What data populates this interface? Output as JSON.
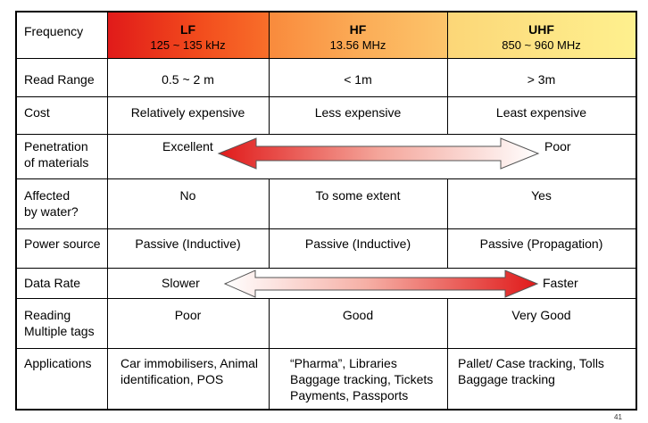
{
  "header": {
    "label": "Frequency",
    "lf": {
      "title": "LF",
      "range": "125 ~ 135 kHz"
    },
    "hf": {
      "title": "HF",
      "range": "13.56 MHz"
    },
    "uhf": {
      "title": "UHF",
      "range": "850 ~ 960 MHz"
    }
  },
  "rows": {
    "read_range": {
      "label": "Read Range",
      "lf": "0.5 ~ 2 m",
      "hf": "< 1m",
      "uhf": "> 3m"
    },
    "cost": {
      "label": "Cost",
      "lf": "Relatively expensive",
      "hf": "Less expensive",
      "uhf": "Least expensive"
    },
    "penetration": {
      "label_1": "Penetration",
      "label_2": "of materials",
      "left": "Excellent",
      "right": "Poor"
    },
    "water": {
      "label_1": "Affected",
      "label_2": "by water?",
      "lf": "No",
      "hf": "To some extent",
      "uhf": "Yes"
    },
    "power": {
      "label": "Power source",
      "lf": "Passive (Inductive)",
      "hf": "Passive (Inductive)",
      "uhf": "Passive (Propagation)"
    },
    "data_rate": {
      "label": "Data Rate",
      "left": "Slower",
      "right": "Faster"
    },
    "multiple_tags": {
      "label_1": "Reading",
      "label_2": "Multiple tags",
      "lf": "Poor",
      "hf": "Good",
      "uhf": "Very Good"
    },
    "applications": {
      "label": "Applications",
      "lf_1": "Car immobilisers, Animal",
      "lf_2": "identification, POS",
      "hf_1": "“Pharma”, Libraries",
      "hf_2": "Baggage tracking, Tickets",
      "hf_3": "Payments, Passports",
      "uhf_1": "Pallet/ Case tracking, Tolls",
      "uhf_2": "Baggage tracking"
    }
  },
  "page_number": "41",
  "colors": {
    "arrow_red": "#e01a1a",
    "arrow_outline": "#555555"
  }
}
